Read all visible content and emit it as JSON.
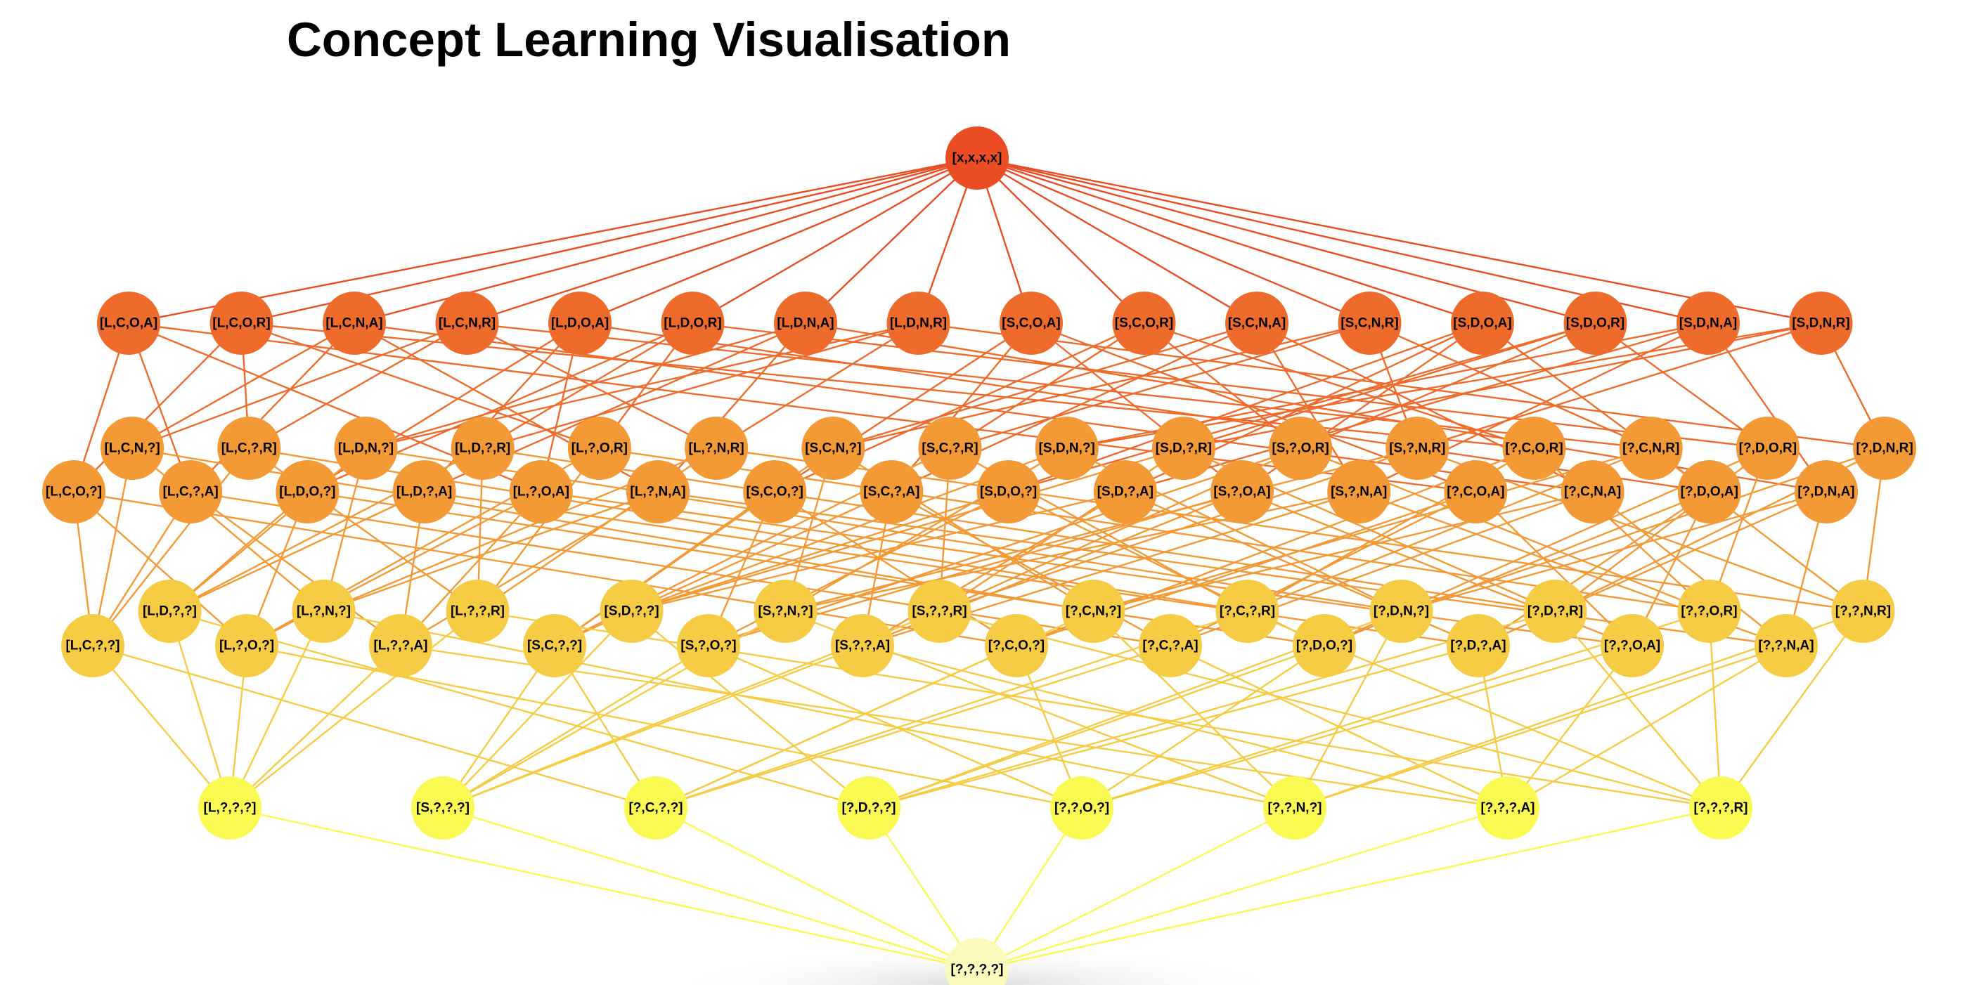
{
  "title": "Concept Learning Visualisation",
  "attributes": [
    {
      "values": [
        "L",
        "S"
      ]
    },
    {
      "values": [
        "C",
        "D"
      ]
    },
    {
      "values": [
        "O",
        "N"
      ]
    },
    {
      "values": [
        "A",
        "R"
      ]
    }
  ],
  "level_colors": [
    "#ea4d24",
    "#ef6b2c",
    "#f39935",
    "#f5cc44",
    "#fafa53",
    "#fafabd"
  ],
  "edge_colors": [
    "#ea4d24",
    "#ef6b2c",
    "#f39935",
    "#f5cc44",
    "#fafa53"
  ],
  "levels": [
    [
      "[x,x,x,x]"
    ],
    [
      "[L,C,O,A]",
      "[L,C,O,R]",
      "[L,C,N,A]",
      "[L,C,N,R]",
      "[L,D,O,A]",
      "[L,D,O,R]",
      "[L,D,N,A]",
      "[L,D,N,R]",
      "[S,C,O,A]",
      "[S,C,O,R]",
      "[S,C,N,A]",
      "[S,C,N,R]",
      "[S,D,O,A]",
      "[S,D,O,R]",
      "[S,D,N,A]",
      "[S,D,N,R]"
    ],
    [
      "[L,C,O,?]",
      "[L,C,N,?]",
      "[L,C,?,A]",
      "[L,C,?,R]",
      "[L,D,O,?]",
      "[L,D,N,?]",
      "[L,D,?,A]",
      "[L,D,?,R]",
      "[L,?,O,A]",
      "[L,?,O,R]",
      "[L,?,N,A]",
      "[L,?,N,R]",
      "[S,C,O,?]",
      "[S,C,N,?]",
      "[S,C,?,A]",
      "[S,C,?,R]",
      "[S,D,O,?]",
      "[S,D,N,?]",
      "[S,D,?,A]",
      "[S,D,?,R]",
      "[S,?,O,A]",
      "[S,?,O,R]",
      "[S,?,N,A]",
      "[S,?,N,R]",
      "[?,C,O,A]",
      "[?,C,O,R]",
      "[?,C,N,A]",
      "[?,C,N,R]",
      "[?,D,O,A]",
      "[?,D,O,R]",
      "[?,D,N,A]",
      "[?,D,N,R]"
    ],
    [
      "[L,C,?,?]",
      "[L,D,?,?]",
      "[L,?,O,?]",
      "[L,?,N,?]",
      "[L,?,?,A]",
      "[L,?,?,R]",
      "[S,C,?,?]",
      "[S,D,?,?]",
      "[S,?,O,?]",
      "[S,?,N,?]",
      "[S,?,?,A]",
      "[S,?,?,R]",
      "[?,C,O,?]",
      "[?,C,N,?]",
      "[?,C,?,A]",
      "[?,C,?,R]",
      "[?,D,O,?]",
      "[?,D,N,?]",
      "[?,D,?,A]",
      "[?,D,?,R]",
      "[?,?,O,A]",
      "[?,?,O,R]",
      "[?,?,N,A]",
      "[?,?,N,R]"
    ],
    [
      "[L,?,?,?]",
      "[S,?,?,?]",
      "[?,C,?,?]",
      "[?,D,?,?]",
      "[?,?,O,?]",
      "[?,?,N,?]",
      "[?,?,?,A]",
      "[?,?,?,R]"
    ],
    [
      "[?,?,?,?]"
    ]
  ]
}
